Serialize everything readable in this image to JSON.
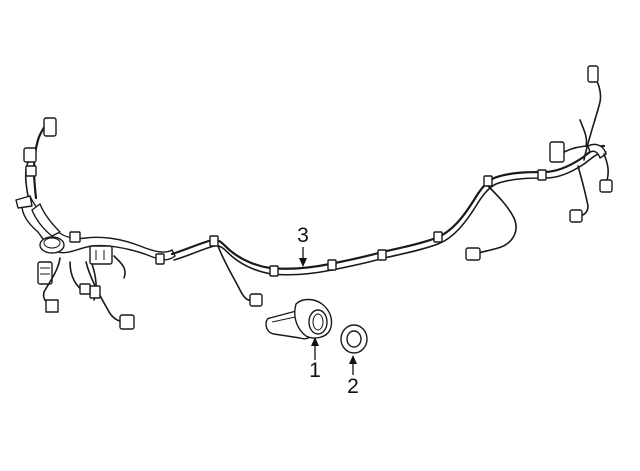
{
  "callouts": [
    {
      "id": "callout-1",
      "label": "1"
    },
    {
      "id": "callout-2",
      "label": "2"
    },
    {
      "id": "callout-3",
      "label": "3"
    }
  ],
  "colors": {
    "line": "#1a1a1a",
    "background": "#ffffff"
  }
}
